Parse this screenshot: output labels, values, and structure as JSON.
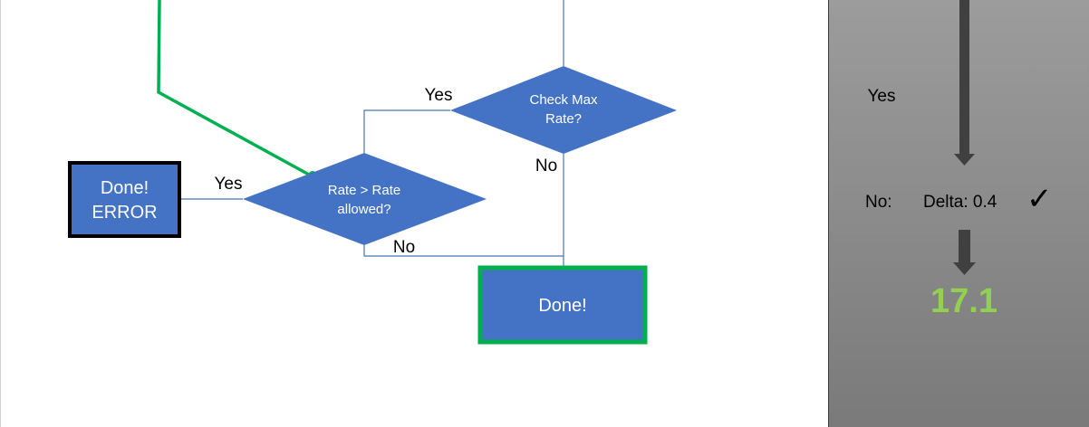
{
  "flowchart": {
    "decisions": {
      "check_max_rate": {
        "line1": "Check Max",
        "line2": "Rate?"
      },
      "rate_vs_allowed": {
        "line1": "Rate > Rate",
        "line2": "allowed?"
      }
    },
    "terminals": {
      "done_error": {
        "line1": "Done!",
        "line2": "ERROR"
      },
      "done": {
        "label": "Done!"
      }
    },
    "edge_labels": {
      "max_rate_yes": "Yes",
      "max_rate_no": "No",
      "rate_yes": "Yes",
      "rate_no": "No"
    }
  },
  "side_panel": {
    "yes_label": "Yes",
    "no_label": "No:",
    "delta_label": "Delta: 0.4",
    "checkmark": "✓",
    "result_value": "17.1"
  },
  "colors": {
    "shape_fill": "#4472C4",
    "highlight_green": "#00B050",
    "result_green": "#92D050",
    "connector": "#4A74B4",
    "panel_arrow": "#404040",
    "error_border": "#000000"
  }
}
